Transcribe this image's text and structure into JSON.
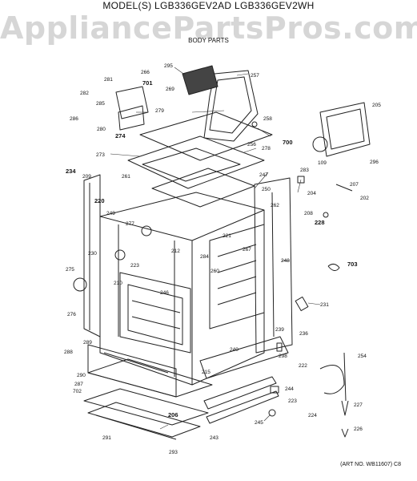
{
  "header": {
    "model_line": "MODEL(S) LGB336GEV2AD LGB336GEV2WH",
    "watermark": "AppliancePartsPros.com",
    "section_title": "BODY PARTS"
  },
  "footer": {
    "art_no": "(ART NO. WB11607) C8"
  },
  "parts": [
    {
      "id": "p295",
      "text": "295"
    },
    {
      "id": "p257",
      "text": "257"
    },
    {
      "id": "p266",
      "text": "266"
    },
    {
      "id": "p281",
      "text": "281"
    },
    {
      "id": "p701",
      "text": "701"
    },
    {
      "id": "p269",
      "text": "269"
    },
    {
      "id": "p282",
      "text": "282"
    },
    {
      "id": "p285",
      "text": "285"
    },
    {
      "id": "p279",
      "text": "279"
    },
    {
      "id": "p286",
      "text": "286"
    },
    {
      "id": "p280",
      "text": "280"
    },
    {
      "id": "p274",
      "text": "274"
    },
    {
      "id": "p258",
      "text": "258"
    },
    {
      "id": "p256",
      "text": "256"
    },
    {
      "id": "p278",
      "text": "278"
    },
    {
      "id": "p700",
      "text": "700"
    },
    {
      "id": "p205",
      "text": "205"
    },
    {
      "id": "p109",
      "text": "109"
    },
    {
      "id": "p296",
      "text": "296"
    },
    {
      "id": "p273",
      "text": "273"
    },
    {
      "id": "p234",
      "text": "234"
    },
    {
      "id": "p209",
      "text": "209"
    },
    {
      "id": "p261",
      "text": "261"
    },
    {
      "id": "p283",
      "text": "283"
    },
    {
      "id": "p247",
      "text": "247"
    },
    {
      "id": "p250",
      "text": "250"
    },
    {
      "id": "p262",
      "text": "262"
    },
    {
      "id": "p204",
      "text": "204"
    },
    {
      "id": "p207",
      "text": "207"
    },
    {
      "id": "p202",
      "text": "202"
    },
    {
      "id": "p220",
      "text": "220"
    },
    {
      "id": "p249",
      "text": "249"
    },
    {
      "id": "p208",
      "text": "208"
    },
    {
      "id": "p228",
      "text": "228"
    },
    {
      "id": "p277",
      "text": "277"
    },
    {
      "id": "p221",
      "text": "221"
    },
    {
      "id": "p212",
      "text": "212"
    },
    {
      "id": "p284",
      "text": "284"
    },
    {
      "id": "p267",
      "text": "267"
    },
    {
      "id": "p230",
      "text": "230"
    },
    {
      "id": "p223",
      "text": "223"
    },
    {
      "id": "p248",
      "text": "248"
    },
    {
      "id": "p703",
      "text": "703"
    },
    {
      "id": "p275",
      "text": "275"
    },
    {
      "id": "p210",
      "text": "210"
    },
    {
      "id": "p260",
      "text": "260"
    },
    {
      "id": "p246",
      "text": "246"
    },
    {
      "id": "p231",
      "text": "231"
    },
    {
      "id": "p276",
      "text": "276"
    },
    {
      "id": "p239",
      "text": "239"
    },
    {
      "id": "p236",
      "text": "236"
    },
    {
      "id": "p289",
      "text": "289"
    },
    {
      "id": "p240",
      "text": "240"
    },
    {
      "id": "p288",
      "text": "288"
    },
    {
      "id": "p298",
      "text": "298"
    },
    {
      "id": "p254",
      "text": "254"
    },
    {
      "id": "p222",
      "text": "222"
    },
    {
      "id": "p215",
      "text": "215"
    },
    {
      "id": "p290",
      "text": "290"
    },
    {
      "id": "p287",
      "text": "287"
    },
    {
      "id": "p702",
      "text": "702"
    },
    {
      "id": "p244",
      "text": "244"
    },
    {
      "id": "p223b",
      "text": "223"
    },
    {
      "id": "p206",
      "text": "206"
    },
    {
      "id": "p224",
      "text": "224"
    },
    {
      "id": "p227",
      "text": "227"
    },
    {
      "id": "p245",
      "text": "245"
    },
    {
      "id": "p291",
      "text": "291"
    },
    {
      "id": "p243",
      "text": "243"
    },
    {
      "id": "p293",
      "text": "293"
    },
    {
      "id": "p226",
      "text": "226"
    }
  ]
}
